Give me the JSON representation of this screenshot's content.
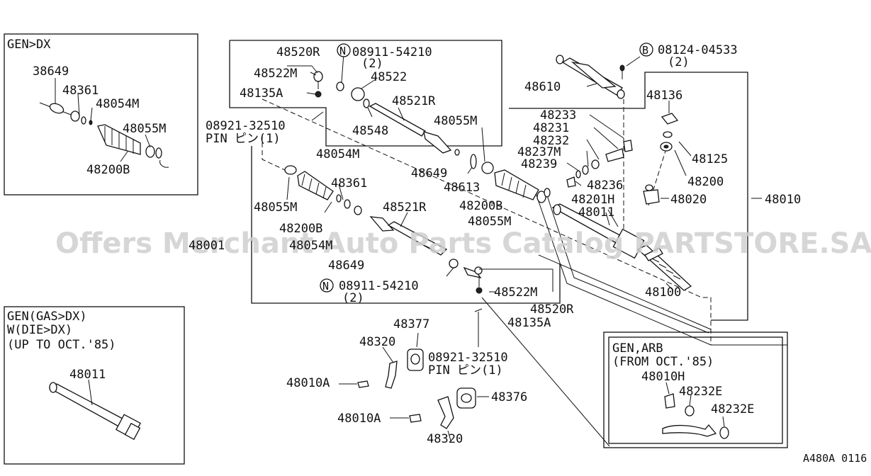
{
  "watermark": "Offers Merchant Auto Parts Catalog PARTSTORE.SA",
  "figure_code": "A480A 0116",
  "panels": {
    "gen_dx": {
      "header": "GEN>DX",
      "labels": [
        "38649",
        "48361",
        "48054M",
        "48055M",
        "48200B"
      ]
    },
    "gen_gas_dx": {
      "header_lines": [
        "GEN(GAS>DX)",
        "W(DIE>DX)",
        "(UP TO OCT.'85)"
      ],
      "labels": [
        "48011"
      ]
    },
    "gen_arb": {
      "header_lines": [
        "GEN,ARB",
        "(FROM OCT.'85)"
      ],
      "labels": [
        "48010H",
        "48232E",
        "48232E"
      ]
    }
  },
  "labels": {
    "l48520R_top": "48520R",
    "l08911_top": "08911-54210",
    "l08911_top_qty": "(2)",
    "l48522M_top": "48522M",
    "l48522_top": "48522",
    "l48135A_top": "48135A",
    "l48521R_top": "48521R",
    "l08921_top": "08921-32510",
    "l_pin_top": "PIN ピン(1)",
    "l48548": "48548",
    "l48055M_top": "48055M",
    "l48054M_mid": "48054M",
    "l48649_top": "48649",
    "l48613": "48613",
    "l48200B_right": "48200B",
    "l48055M_right": "48055M",
    "l48055M_left": "48055M",
    "l48361_mid": "48361",
    "l48521R_mid": "48521R",
    "l48200B_mid": "48200B",
    "l48001": "48001",
    "l48054M_low": "48054M",
    "l48649_low": "48649",
    "l08911_low": "08911-54210",
    "l08911_low_qty": "(2)",
    "l48522M_low": "48522M",
    "l48520R_low": "48520R",
    "l48135A_low": "48135A",
    "l48377": "48377",
    "l48320_a": "48320",
    "l08921_low": "08921-32510",
    "l_pin_low": "PIN ピン(1)",
    "l48010A_a": "48010A",
    "l48376": "48376",
    "l48010A_b": "48010A",
    "l48320_b": "48320",
    "l08124": "08124-04533",
    "l08124_qty": "(2)",
    "l48610": "48610",
    "l48136": "48136",
    "l48233": "48233",
    "l48231": "48231",
    "l48232": "48232",
    "l48237M": "48237M",
    "l48239": "48239",
    "l48236": "48236",
    "l48201H": "48201H",
    "l48011": "48011",
    "l48125": "48125",
    "l48200": "48200",
    "l48020": "48020",
    "l48010": "48010",
    "l48100": "48100"
  },
  "markers": {
    "n": "N",
    "b": "B"
  }
}
